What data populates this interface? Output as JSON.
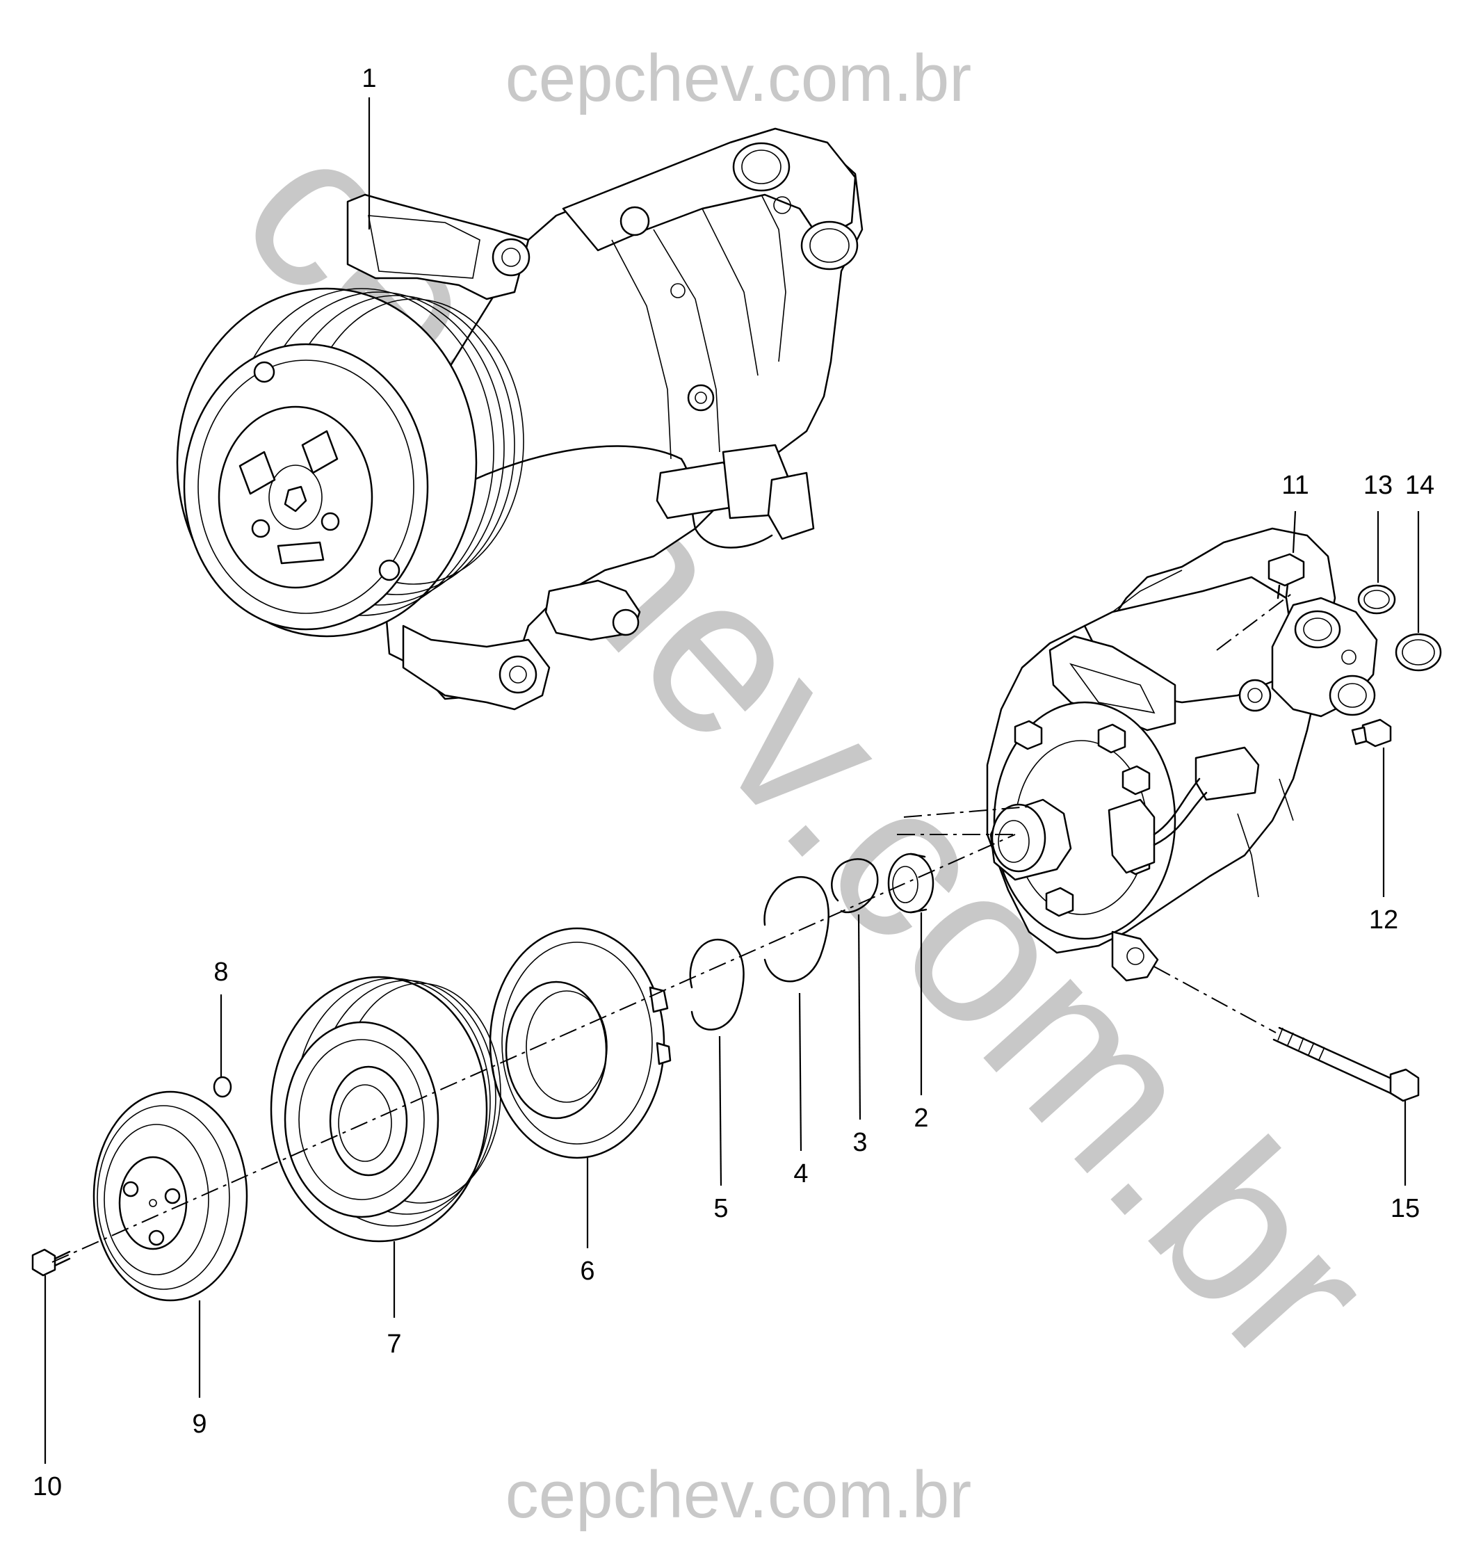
{
  "watermark": {
    "top": "cepchev.com.br",
    "diagonal": "cepchev.com.br",
    "bottom": "cepchev.com.br"
  },
  "callouts": [
    "1",
    "2",
    "3",
    "4",
    "5",
    "6",
    "7",
    "8",
    "9",
    "10",
    "11",
    "12",
    "13",
    "14",
    "15"
  ],
  "colors": {
    "line": "#000000",
    "watermark": "#c8c8c8",
    "background": "#ffffff"
  }
}
